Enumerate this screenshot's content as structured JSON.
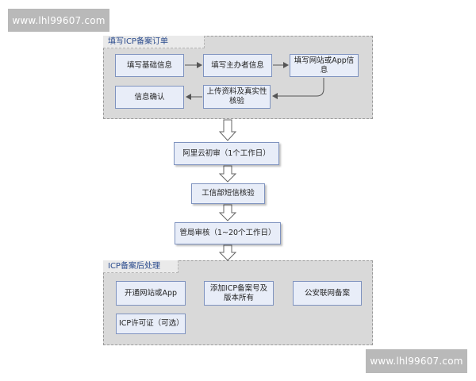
{
  "watermarks": {
    "top": "www.lhl99607.com",
    "bottom": "www.lhl99607.com"
  },
  "groups": {
    "order": {
      "title": "填写ICP备案订单",
      "steps": {
        "basic": "填写基础信息",
        "sponsor": "填写主办者信息",
        "site": "填写网站或App信息",
        "upload": "上传资料及真实性核验",
        "confirm": "信息确认"
      }
    },
    "post": {
      "title": "ICP备案后处理",
      "steps": {
        "open": "开通网站或App",
        "add_icp": "添加ICP备案号及版本所有",
        "police": "公安联网备案",
        "icp_license": "ICP许可证（可选）"
      }
    }
  },
  "flow": {
    "aliyun_review": "阿里云初审（1个工作日）",
    "miit_sms": "工信部短信核验",
    "bureau_review": "管局审核（1~20个工作日）"
  },
  "colors": {
    "box_fill": "#e8edf8",
    "box_border": "#7f93bf",
    "group_fill": "#d9d9d9",
    "group_title_text": "#2a4b8d",
    "arrow": "#555555",
    "watermark_bg": "#b9b9b9"
  }
}
